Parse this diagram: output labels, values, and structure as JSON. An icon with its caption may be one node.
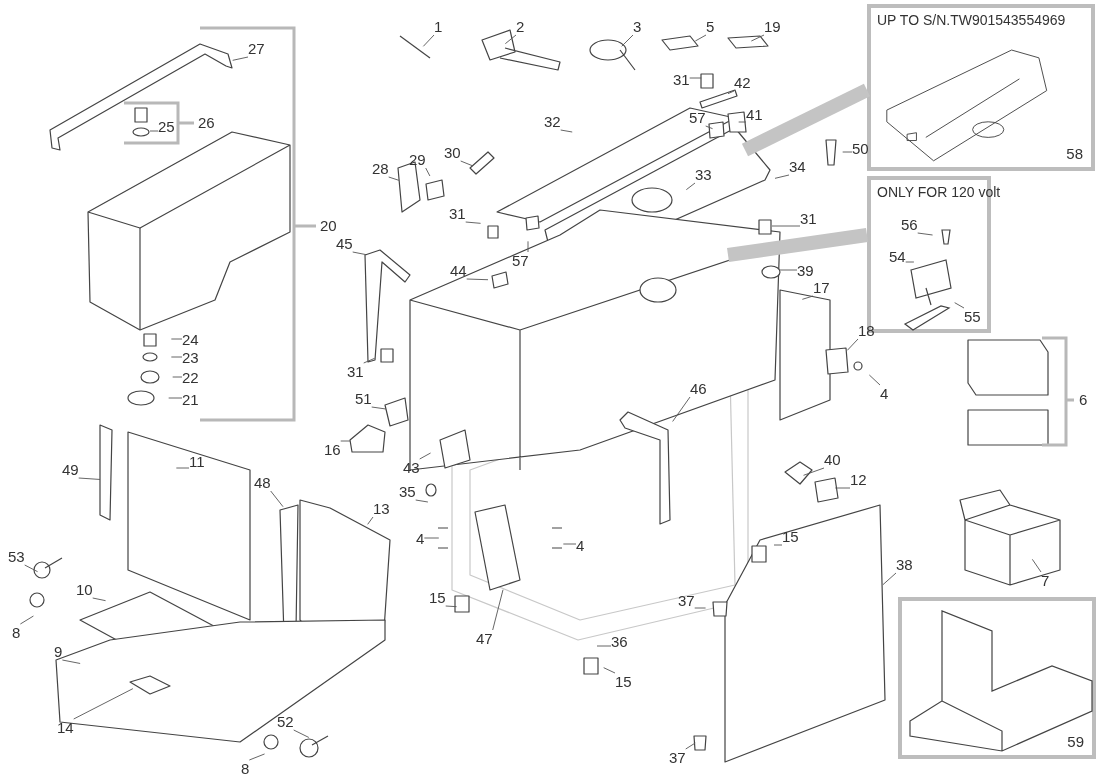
{
  "diagram": {
    "nodes": [
      {
        "text": [
          "1"
        ]
      },
      {
        "text": [
          "2"
        ]
      },
      {
        "text": [
          "3"
        ]
      },
      {
        "text": [
          "5"
        ]
      },
      {
        "text": [
          "19"
        ]
      },
      {
        "text": [
          "UP TO S/N.TW901543554969",
          "58"
        ]
      },
      {
        "text": [
          "27"
        ]
      },
      {
        "text": [
          "25"
        ]
      },
      {
        "text": [
          "31"
        ]
      },
      {
        "text": [
          "42"
        ]
      },
      {
        "text": [
          "57"
        ]
      },
      {
        "text": [
          "41"
        ]
      },
      {
        "text": [
          "32"
        ]
      },
      {
        "text": [
          "50"
        ]
      },
      {
        "text": [
          "30"
        ]
      },
      {
        "text": [
          "29"
        ]
      },
      {
        "text": [
          "28"
        ]
      },
      {
        "text": [
          "34"
        ]
      },
      {
        "text": [
          "33"
        ]
      },
      {
        "text": [
          "ONLY FOR 120 volt"
        ]
      },
      {
        "text": [
          "56"
        ],
        "in": 19
      },
      {
        "text": [
          "54"
        ],
        "in": 19
      },
      {
        "text": [
          "55"
        ],
        "in": 19
      },
      {
        "text": [
          "31"
        ]
      },
      {
        "text": [
          "57"
        ]
      },
      {
        "text": [
          "31"
        ]
      },
      {
        "text": [
          "39"
        ]
      },
      {
        "text": [
          "45"
        ]
      },
      {
        "text": [
          "44"
        ]
      },
      {
        "text": [
          "17"
        ]
      },
      {
        "text": [
          "24"
        ]
      },
      {
        "text": [
          "23"
        ]
      },
      {
        "text": [
          "18"
        ]
      },
      {
        "text": [
          "22"
        ]
      },
      {
        "text": [
          "31"
        ]
      },
      {
        "text": [
          "4"
        ]
      },
      {
        "text": [
          "51"
        ]
      },
      {
        "text": [
          "21"
        ]
      },
      {
        "text": [
          "46"
        ]
      },
      {
        "text": [
          "16"
        ]
      },
      {
        "text": [
          "40"
        ]
      },
      {
        "text": [
          "43"
        ]
      },
      {
        "text": [
          "11"
        ]
      },
      {
        "text": [
          "49"
        ]
      },
      {
        "text": [
          "12"
        ]
      },
      {
        "text": [
          "48"
        ]
      },
      {
        "text": [
          "35"
        ]
      },
      {
        "text": [
          "13"
        ]
      },
      {
        "text": [
          "4"
        ]
      },
      {
        "text": [
          "4"
        ]
      },
      {
        "text": [
          "15"
        ]
      },
      {
        "text": [
          "53"
        ]
      },
      {
        "text": [
          "38"
        ]
      },
      {
        "text": [
          "7"
        ]
      },
      {
        "text": [
          "10"
        ]
      },
      {
        "text": [
          "15"
        ]
      },
      {
        "text": [
          "37"
        ]
      },
      {
        "text": [
          "8"
        ]
      },
      {
        "text": [
          "47"
        ]
      },
      {
        "text": [
          "36"
        ]
      },
      {
        "text": [
          "9"
        ]
      },
      {
        "text": [
          "15"
        ]
      },
      {
        "text": [
          "59"
        ]
      },
      {
        "text": [
          "14"
        ]
      },
      {
        "text": [
          "52"
        ]
      },
      {
        "text": [
          "37"
        ]
      },
      {
        "text": [
          "8"
        ]
      }
    ],
    "edges": [
      {
        "from": 0,
        "to": null,
        "arrow": "none"
      },
      {
        "from": 1,
        "to": null,
        "arrow": "none"
      },
      {
        "from": 2,
        "to": null,
        "arrow": "none"
      },
      {
        "from": 3,
        "to": null,
        "arrow": "none"
      },
      {
        "from": 4,
        "to": null,
        "arrow": "none"
      },
      {
        "from": 6,
        "to": null,
        "arrow": "none"
      },
      {
        "from": 7,
        "to": null,
        "arrow": "none"
      },
      {
        "from": 8,
        "to": null,
        "arrow": "none"
      },
      {
        "from": 9,
        "to": null,
        "arrow": "none"
      },
      {
        "from": 10,
        "to": null,
        "arrow": "none"
      },
      {
        "from": 11,
        "to": null,
        "arrow": "none"
      },
      {
        "from": 12,
        "to": null,
        "arrow": "none"
      },
      {
        "from": 13,
        "to": null,
        "arrow": "none"
      },
      {
        "from": 14,
        "to": null,
        "arrow": "none"
      },
      {
        "from": 15,
        "to": null,
        "arrow": "none"
      },
      {
        "from": 16,
        "to": null,
        "arrow": "none"
      },
      {
        "from": 17,
        "to": null,
        "arrow": "none"
      },
      {
        "from": 18,
        "to": null,
        "arrow": "none"
      },
      {
        "from": 20,
        "to": null,
        "arrow": "none"
      },
      {
        "from": 21,
        "to": null,
        "arrow": "none"
      },
      {
        "from": 22,
        "to": null,
        "arrow": "none"
      },
      {
        "from": 23,
        "to": null,
        "arrow": "none"
      },
      {
        "from": 24,
        "to": null,
        "arrow": "none"
      },
      {
        "from": 25,
        "to": null,
        "arrow": "none"
      },
      {
        "from": 26,
        "to": null,
        "arrow": "none"
      },
      {
        "from": 27,
        "to": null,
        "arrow": "none"
      },
      {
        "from": 28,
        "to": null,
        "arrow": "none"
      },
      {
        "from": 29,
        "to": null,
        "arrow": "none"
      },
      {
        "from": 30,
        "to": null,
        "arrow": "none"
      },
      {
        "from": 31,
        "to": null,
        "arrow": "none"
      },
      {
        "from": 32,
        "to": null,
        "arrow": "none"
      },
      {
        "from": 33,
        "to": null,
        "arrow": "none"
      },
      {
        "from": 34,
        "to": null,
        "arrow": "none"
      },
      {
        "from": 35,
        "to": null,
        "arrow": "none"
      },
      {
        "from": 36,
        "to": null,
        "arrow": "none"
      },
      {
        "from": 37,
        "to": null,
        "arrow": "none"
      },
      {
        "from": 38,
        "to": null,
        "arrow": "none"
      },
      {
        "from": 39,
        "to": null,
        "arrow": "none"
      },
      {
        "from": 40,
        "to": null,
        "arrow": "none"
      },
      {
        "from": 41,
        "to": null,
        "arrow": "none"
      },
      {
        "from": 42,
        "to": null,
        "arrow": "none"
      },
      {
        "from": 43,
        "to": null,
        "arrow": "none"
      },
      {
        "from": 44,
        "to": null,
        "arrow": "none"
      },
      {
        "from": 45,
        "to": null,
        "arrow": "none"
      },
      {
        "from": 46,
        "to": null,
        "arrow": "none"
      },
      {
        "from": 47,
        "to": null,
        "arrow": "none"
      },
      {
        "from": 48,
        "to": null,
        "arrow": "none"
      },
      {
        "from": 49,
        "to": null,
        "arrow": "none"
      },
      {
        "from": 50,
        "to": null,
        "arrow": "none"
      },
      {
        "from": 51,
        "to": null,
        "arrow": "none"
      },
      {
        "from": 52,
        "to": null,
        "arrow": "none"
      },
      {
        "from": 53,
        "to": null,
        "arrow": "none"
      },
      {
        "from": 54,
        "to": null,
        "arrow": "none"
      },
      {
        "from": 55,
        "to": null,
        "arrow": "none"
      },
      {
        "from": 56,
        "to": null,
        "arrow": "none"
      },
      {
        "from": 57,
        "to": null,
        "arrow": "none"
      },
      {
        "from": 58,
        "to": null,
        "arrow": "none"
      },
      {
        "from": 59,
        "to": null,
        "arrow": "none"
      },
      {
        "from": 60,
        "to": null,
        "arrow": "none"
      },
      {
        "from": 61,
        "to": null,
        "arrow": "none"
      },
      {
        "from": 63,
        "to": null,
        "arrow": "none"
      },
      {
        "from": 64,
        "to": null,
        "arrow": "none"
      },
      {
        "from": 65,
        "to": null,
        "arrow": "none"
      },
      {
        "from": 66,
        "to": null,
        "arrow": "none"
      },
      {
        "from": null,
        "to": 5,
        "arrow": "none",
        "style": "thick",
        "color": "#c4c4c4"
      },
      {
        "from": null,
        "to": 19,
        "arrow": "none",
        "style": "thick",
        "color": "#c4c4c4"
      }
    ],
    "labels": [
      "26",
      "20",
      "6"
    ]
  }
}
